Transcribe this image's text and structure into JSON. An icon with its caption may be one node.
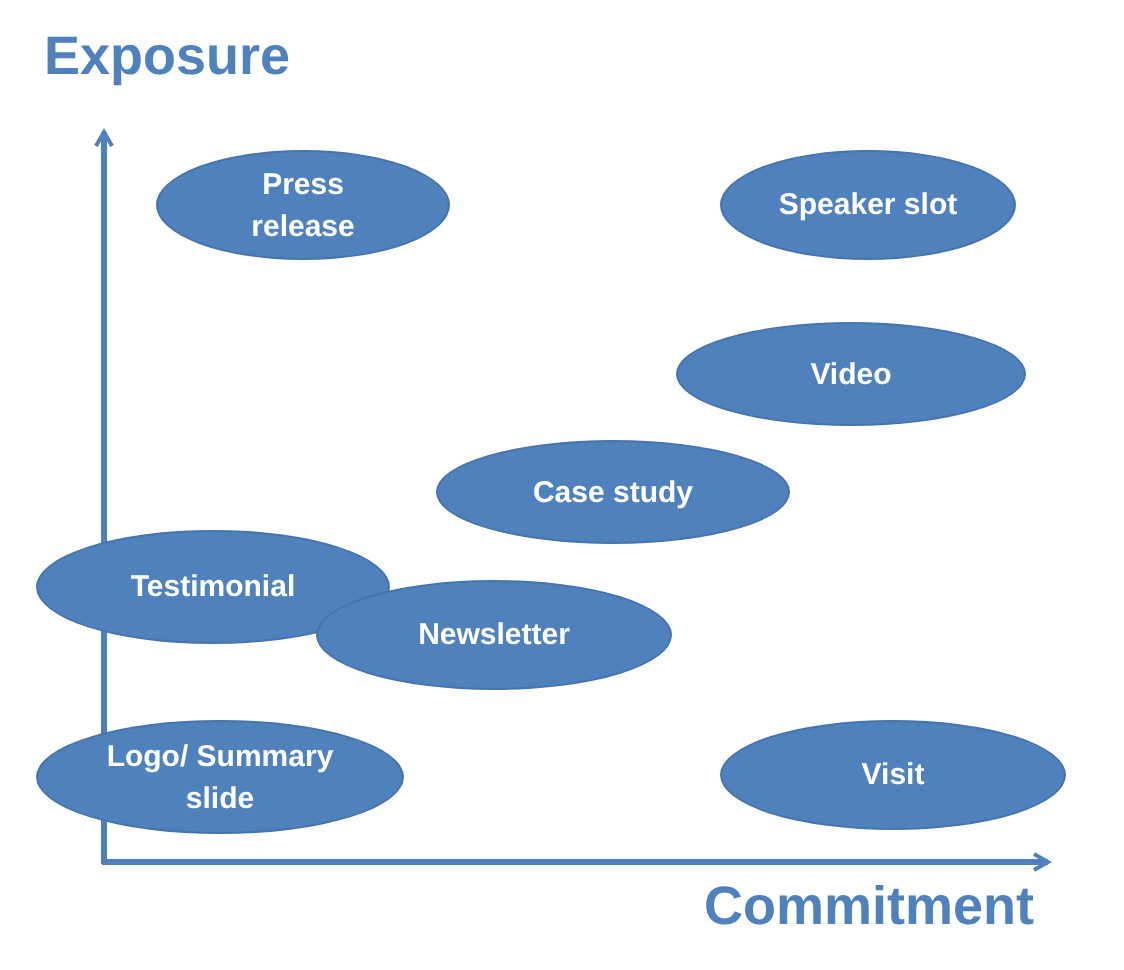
{
  "diagram": {
    "nodes": [
      {
        "text": [
          "Press release"
        ]
      },
      {
        "text": [
          "Speaker slot"
        ]
      },
      {
        "text": [
          "Video"
        ]
      },
      {
        "text": [
          "Case study"
        ]
      },
      {
        "text": [
          "Testimonial"
        ]
      },
      {
        "text": [
          "Newsletter"
        ]
      },
      {
        "text": [
          "Logo/ Summary slide"
        ]
      },
      {
        "text": [
          "Visit"
        ]
      }
    ],
    "edges": [],
    "labels": [
      "Exposure",
      "Commitment"
    ]
  }
}
